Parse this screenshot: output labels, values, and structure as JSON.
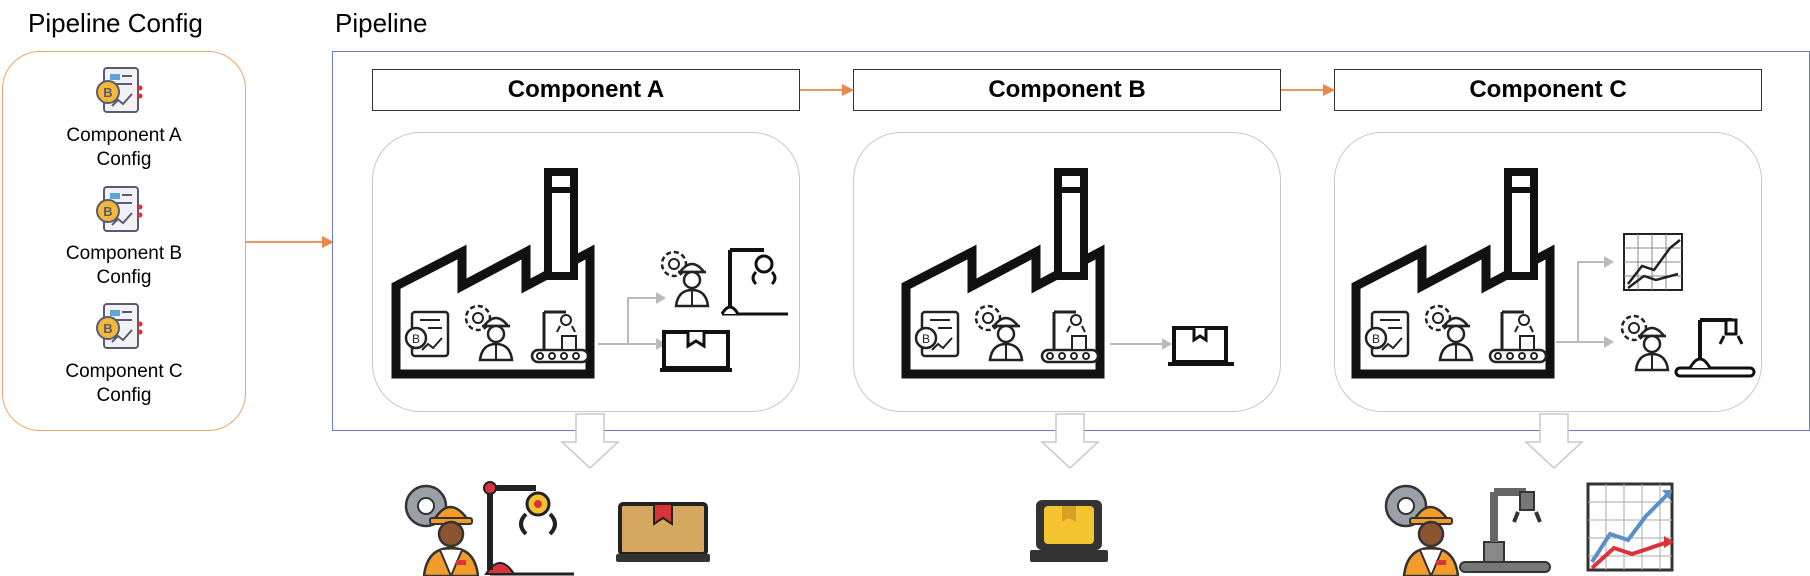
{
  "config_panel": {
    "title": "Pipeline Config",
    "items": [
      {
        "label_line1": "Component A",
        "label_line2": "Config",
        "icon": "config-document-icon"
      },
      {
        "label_line1": "Component B",
        "label_line2": "Config",
        "icon": "config-document-icon"
      },
      {
        "label_line1": "Component C",
        "label_line2": "Config",
        "icon": "config-document-icon"
      }
    ]
  },
  "pipeline": {
    "title": "Pipeline",
    "components": [
      {
        "name": "Component A",
        "outputs": [
          "engineer-robot-arm-icon",
          "package-box-icon"
        ]
      },
      {
        "name": "Component B",
        "outputs": [
          "package-box-icon"
        ]
      },
      {
        "name": "Component C",
        "outputs": [
          "growth-chart-icon",
          "engineer-robot-arm-icon"
        ]
      }
    ]
  },
  "colors": {
    "config_border": "#f0a36a",
    "pipeline_border": "#6c7bd0",
    "flow_arrow": "#e8894a",
    "card_border": "#c8c8c8",
    "output_arrow": "#c8c8c8",
    "accent_orange": "#f39c2b",
    "accent_red": "#d9343a",
    "box_tan": "#d6a75f"
  }
}
